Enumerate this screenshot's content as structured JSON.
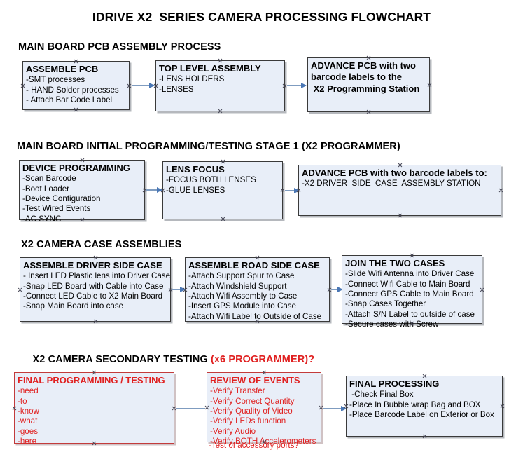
{
  "document": {
    "title": "IDRIVE X2  SERIES CAMERA PROCESSING FLOWCHART"
  },
  "sections": [
    {
      "id": "main-board-pcb-assembly",
      "heading": "MAIN BOARD PCB ASSEMBLY PROCESS",
      "nodes": [
        {
          "id": "assemble-pcb",
          "title": "ASSEMBLE PCB",
          "lines": [
            "-SMT processes",
            "- HAND Solder processes",
            "- Attach Bar Code Label"
          ]
        },
        {
          "id": "top-level-assembly",
          "title": "TOP LEVEL ASSEMBLY",
          "lines": [
            "-LENS HOLDERS",
            "-LENSES"
          ]
        },
        {
          "id": "advance-pcb-programming-station",
          "title": "ADVANCE PCB with two",
          "lines": [
            "barcode labels to the",
            " X2 Programming Station"
          ]
        }
      ]
    },
    {
      "id": "main-board-initial-programming",
      "heading": "MAIN BOARD INITIAL PROGRAMMING/TESTING STAGE 1 (X2 PROGRAMMER)",
      "nodes": [
        {
          "id": "device-programming",
          "title": "DEVICE PROGRAMMING",
          "lines": [
            "-Scan Barcode",
            "-Boot Loader",
            "-Device Configuration",
            "-Test Wired Events",
            "-AC SYNC"
          ]
        },
        {
          "id": "lens-focus",
          "title": "LENS FOCUS",
          "lines": [
            "-FOCUS BOTH LENSES",
            "-GLUE LENSES"
          ]
        },
        {
          "id": "advance-pcb-driver-side-case",
          "title": "ADVANCE PCB with two barcode labels to:",
          "lines": [
            "-X2 DRIVER  SIDE  CASE  ASSEMBLY STATION"
          ]
        }
      ]
    },
    {
      "id": "x2-camera-case-assemblies",
      "heading": "X2 CAMERA CASE ASSEMBLIES",
      "nodes": [
        {
          "id": "assemble-driver-side-case",
          "title": "ASSEMBLE DRIVER SIDE CASE",
          "lines": [
            "- Insert LED Plastic lens into Driver Case",
            "-Snap LED Board with Cable into Case",
            "-Connect LED Cable to X2 Main Board",
            "-Snap Main Board into case"
          ]
        },
        {
          "id": "assemble-road-side-case",
          "title": "ASSEMBLE ROAD SIDE CASE",
          "lines": [
            "-Attach Support Spur to Case",
            "-Attach Windshield Support",
            "-Attach Wifi Assembly to Case",
            "-Insert GPS Module into Case",
            "-Attach Wifi Label to Outside of Case"
          ]
        },
        {
          "id": "join-the-two-cases",
          "title": "JOIN THE TWO CASES",
          "lines": [
            "-Slide Wifi Antenna into Driver Case",
            "-Connect Wifi Cable to Main Board",
            "-Connect GPS Cable to Main Board",
            "-Snap Cases Together",
            "-Attach S/N Label to outside of case",
            "-Secure cases with Screw"
          ]
        }
      ]
    },
    {
      "id": "x2-camera-secondary-testing",
      "heading": "X2 CAMERA SECONDARY TESTING ",
      "heading_accent": "(x6 PROGRAMMER)?",
      "nodes": [
        {
          "id": "final-programming-testing",
          "title": "FINAL PROGRAMMING / TESTING",
          "lines": [
            "-need",
            "-to",
            "-know",
            "-what",
            "-goes",
            "-here"
          ]
        },
        {
          "id": "review-of-events",
          "title": "REVIEW OF EVENTS",
          "lines": [
            "-Verify Transfer",
            "-Verify Correct Quantity",
            "-Verify Quality of Video",
            "-Verify LEDs function",
            "-Verify Audio",
            "-Verify BOTH Accelerometers"
          ],
          "overflow_line": "-Test of accessory ports?"
        },
        {
          "id": "final-processing",
          "title": "FINAL PROCESSING",
          "lines": [
            " -Check Final Box",
            "-Place In Bubble wrap Bag and BOX",
            "-Place Barcode Label on Exterior or Box"
          ]
        }
      ]
    }
  ],
  "colors": {
    "node_fill": "#e8eef8",
    "node_border": "#3a3a3a",
    "red_text": "#e02020",
    "connector": "#7f9cc0",
    "arrow": "#4a77b5"
  }
}
